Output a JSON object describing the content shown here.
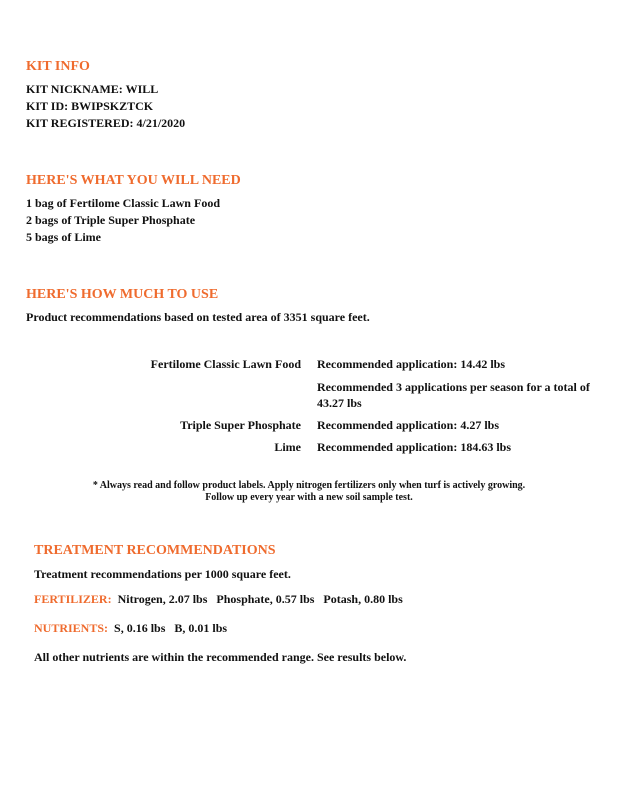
{
  "kit_info": {
    "heading": "KIT INFO",
    "nickname": "KIT NICKNAME: WILL",
    "kit_id": "KIT ID:  BWIPSKZTCK",
    "registered": "KIT REGISTERED:  4/21/2020"
  },
  "need": {
    "heading": "HERE'S WHAT YOU WILL NEED",
    "items": [
      "1 bag of Fertilome Classic Lawn Food",
      "2 bags of Triple Super Phosphate",
      "5 bags of Lime"
    ]
  },
  "use": {
    "heading": "HERE'S HOW MUCH TO USE",
    "intro": "Product recommendations based on tested area of 3351 square feet.",
    "products": [
      {
        "name": "Fertilome Classic Lawn Food",
        "application": "Recommended application: 14.42 lbs"
      },
      {
        "name": "",
        "application": "Recommended 3 applications per season for a total of 43.27 lbs"
      },
      {
        "name": "Triple Super Phosphate",
        "application": "Recommended application: 4.27 lbs"
      },
      {
        "name": "Lime",
        "application": "Recommended application: 184.63 lbs"
      }
    ],
    "note_line1": "* Always read and follow product labels. Apply nitrogen fertilizers only when turf is actively growing.",
    "note_line2": "Follow up every year with a new soil sample test."
  },
  "treatment": {
    "heading": "TREATMENT RECOMMENDATIONS",
    "intro": "Treatment recommendations per 1000 square feet.",
    "fertilizer_label": "FERTILIZER:",
    "fertilizer_values": "Nitrogen, 2.07 lbs   Phosphate, 0.57 lbs   Potash, 0.80 lbs",
    "nutrients_label": "NUTRIENTS:",
    "nutrients_values": "S, 0.16 lbs   B, 0.01 lbs",
    "footer": "All other nutrients are within the recommended range. See results below."
  },
  "colors": {
    "accent": "#ef6b2e",
    "text": "#111111",
    "background": "#ffffff"
  }
}
